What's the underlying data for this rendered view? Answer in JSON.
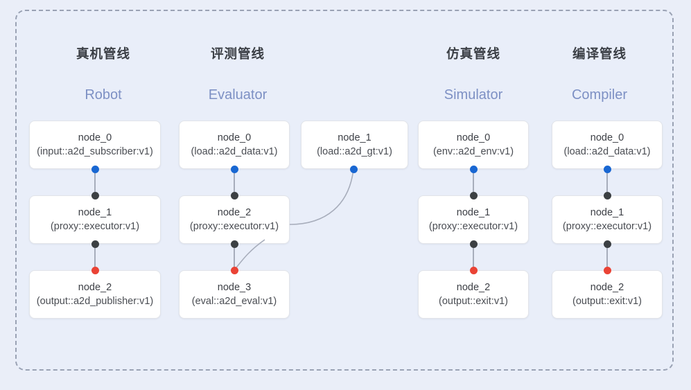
{
  "diagram": {
    "background_color": "#eaeef8",
    "panel_color": "#e9eef9",
    "panel_border_color": "#9aa2b4",
    "accent_colors": {
      "output_port": "#1967d2",
      "input_port": "#3c4043",
      "terminal_port": "#ea4335",
      "edge": "#a7adbb",
      "subtitle": "#7d90c4"
    }
  },
  "columns": [
    {
      "id": "robot",
      "title_cn": "真机管线",
      "title_en": "Robot",
      "nodes": [
        {
          "name": "node_0",
          "type": "(input::a2d_subscriber:v1)"
        },
        {
          "name": "node_1",
          "type": "(proxy::executor:v1)"
        },
        {
          "name": "node_2",
          "type": "(output::a2d_publisher:v1)"
        }
      ]
    },
    {
      "id": "evaluator",
      "title_cn": "评测管线",
      "title_en": "Evaluator",
      "nodes": [
        {
          "name": "node_0",
          "type": "(load::a2d_data:v1)"
        },
        {
          "name": "node_1",
          "type": "(load::a2d_gt:v1)"
        },
        {
          "name": "node_2",
          "type": "(proxy::executor:v1)"
        },
        {
          "name": "node_3",
          "type": "(eval::a2d_eval:v1)"
        }
      ]
    },
    {
      "id": "simulator",
      "title_cn": "仿真管线",
      "title_en": "Simulator",
      "nodes": [
        {
          "name": "node_0",
          "type": "(env::a2d_env:v1)"
        },
        {
          "name": "node_1",
          "type": "(proxy::executor:v1)"
        },
        {
          "name": "node_2",
          "type": "(output::exit:v1)"
        }
      ]
    },
    {
      "id": "compiler",
      "title_cn": "编译管线",
      "title_en": "Compiler",
      "nodes": [
        {
          "name": "node_0",
          "type": "(load::a2d_data:v1)"
        },
        {
          "name": "node_1",
          "type": "(proxy::executor:v1)"
        },
        {
          "name": "node_2",
          "type": "(output::exit:v1)"
        }
      ]
    }
  ]
}
